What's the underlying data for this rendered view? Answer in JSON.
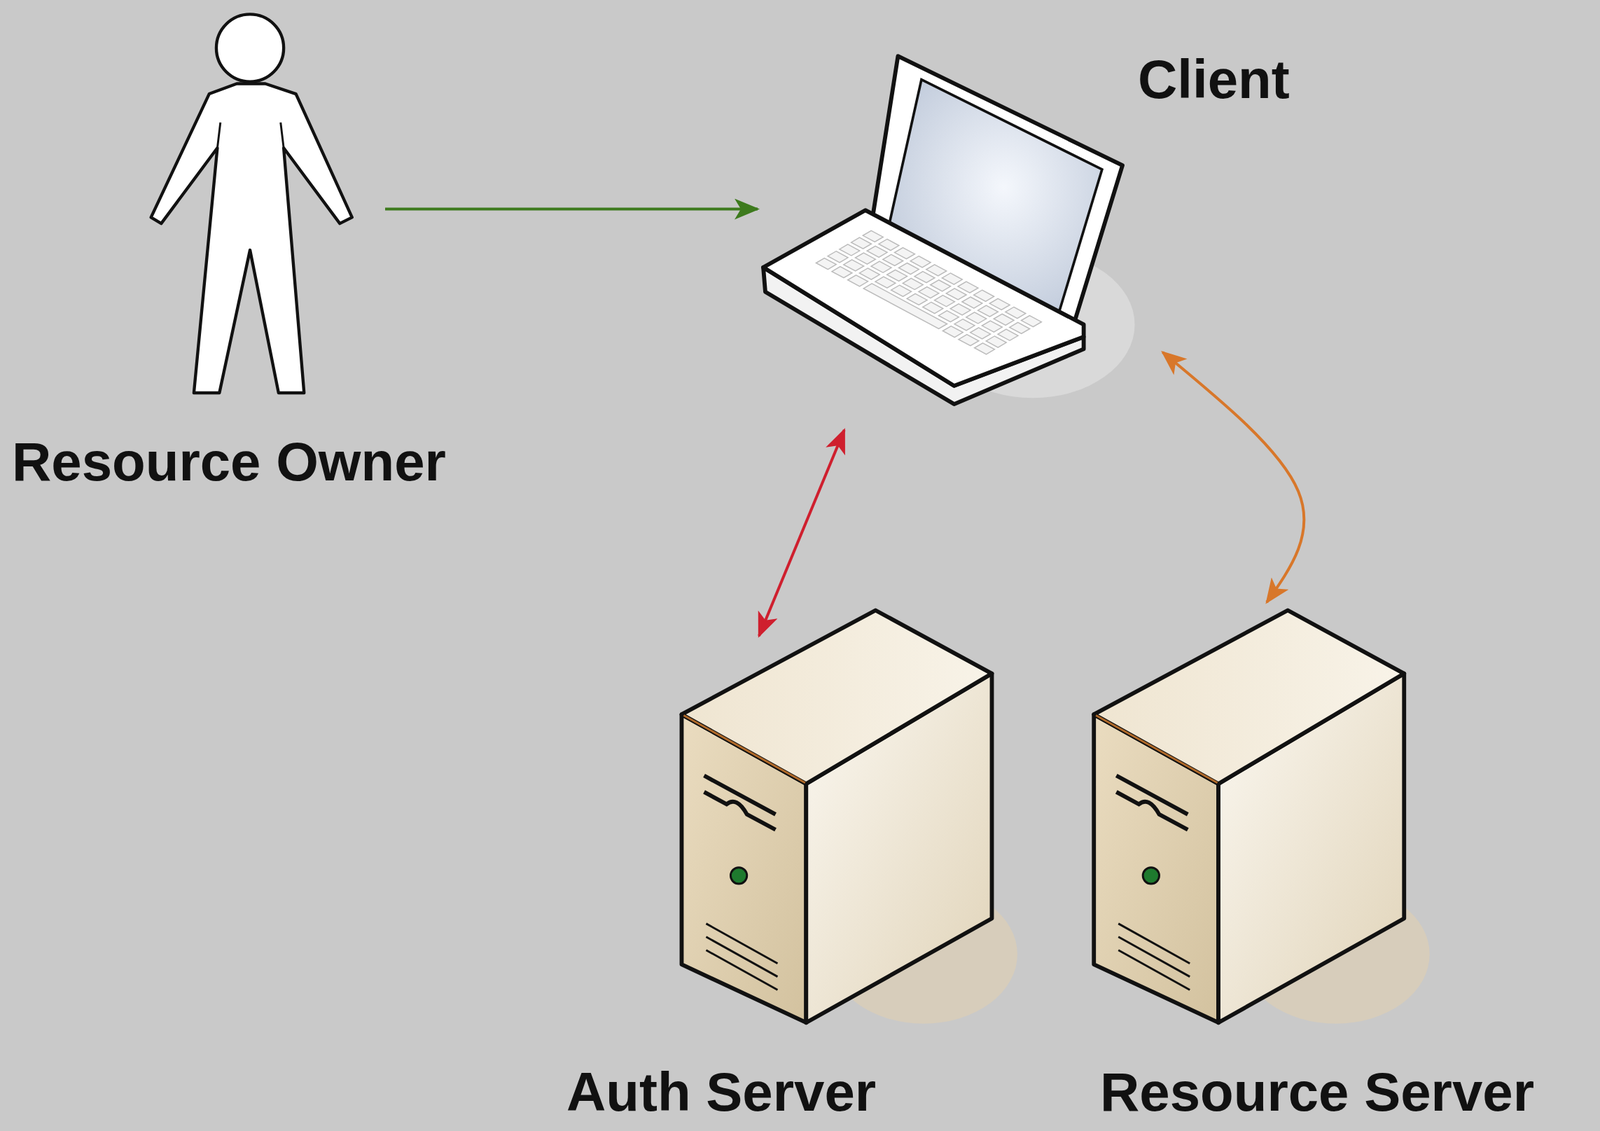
{
  "diagram": {
    "nodes": [
      {
        "text": [
          "Resource Owner"
        ]
      },
      {
        "text": [
          "Client"
        ]
      },
      {
        "text": [
          "Auth Server"
        ]
      },
      {
        "text": [
          "Resource Server"
        ]
      }
    ],
    "edges": [
      {
        "from": 0,
        "to": 1,
        "arrow": "to"
      },
      {
        "from": 1,
        "to": 2,
        "arrow": "both"
      },
      {
        "from": 1,
        "to": 3,
        "arrow": "both"
      }
    ]
  }
}
